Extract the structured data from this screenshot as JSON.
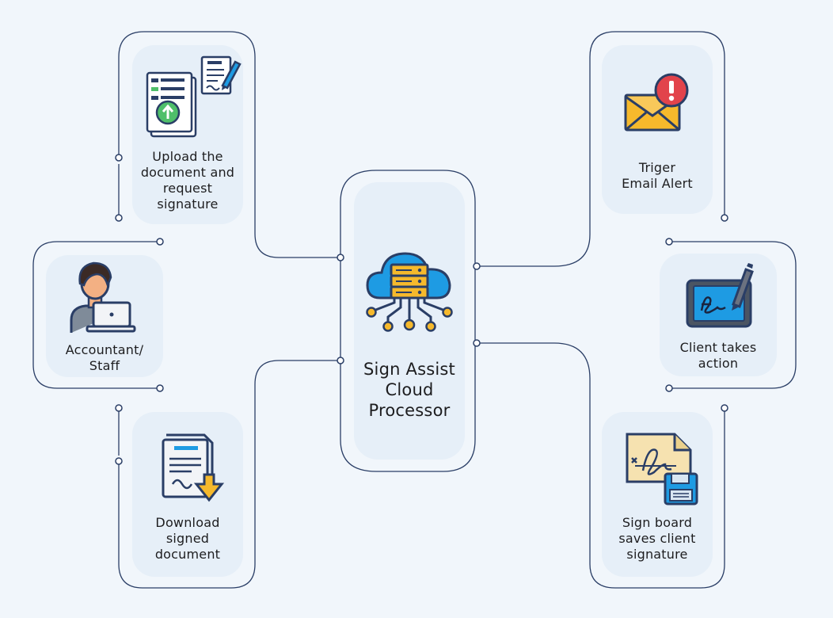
{
  "center": {
    "lines": [
      "Sign Assist",
      "Cloud",
      "Processor"
    ]
  },
  "nodes": {
    "upload": {
      "lines": [
        "Upload the",
        "document and",
        "request",
        "signature"
      ]
    },
    "accountant": {
      "lines": [
        "Accountant/",
        "Staff"
      ]
    },
    "download": {
      "lines": [
        "Download",
        "signed",
        "document"
      ]
    },
    "email": {
      "lines": [
        "Triger",
        "Email Alert"
      ]
    },
    "client": {
      "lines": [
        "Client takes",
        "action"
      ]
    },
    "signboard": {
      "lines": [
        "Sign board",
        "saves client",
        "signature"
      ]
    }
  },
  "icons": {
    "upload": "upload-document-icon",
    "accountant": "accountant-laptop-icon",
    "download": "download-document-icon",
    "email": "email-alert-icon",
    "client": "signature-tablet-icon",
    "signboard": "signature-save-icon",
    "center": "cloud-server-icon"
  },
  "colors": {
    "background": "#f1f6fb",
    "card": "#e6eff8",
    "connector": "#2a3e66",
    "accent_blue": "#1e9be3",
    "accent_yellow": "#f6b92c",
    "alert_red": "#e2434b"
  }
}
